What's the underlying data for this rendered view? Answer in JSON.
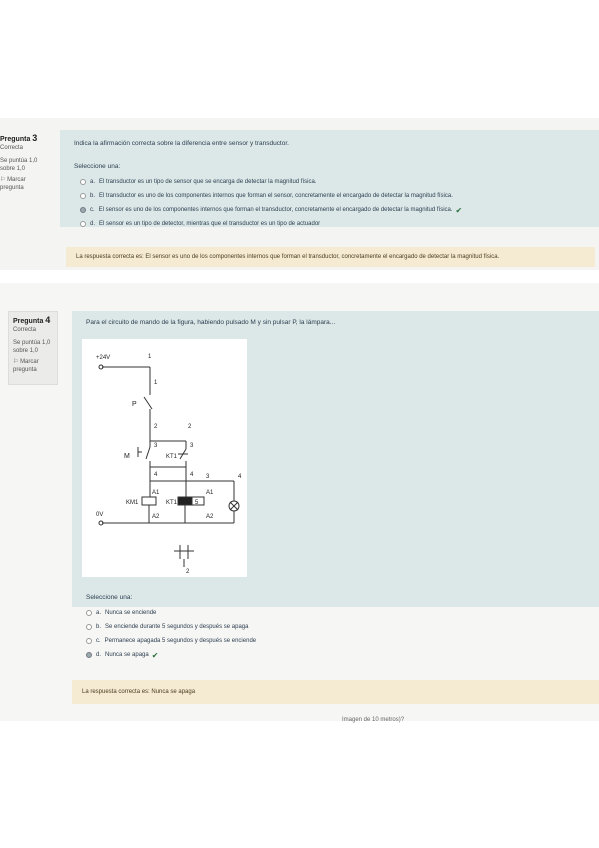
{
  "q3": {
    "label": "Pregunta",
    "number": "3",
    "status": "Correcta",
    "score": "Se puntúa 1,0",
    "score2": "sobre 1,0",
    "flag": "Marcar",
    "flag2": "pregunta",
    "question": "Indica la afirmación correcta sobre la diferencia entre sensor y transductor.",
    "select_label": "Seleccione una:",
    "options": [
      {
        "letter": "a.",
        "text": "El transductor es un tipo de sensor que se encarga de detectar la magnitud física."
      },
      {
        "letter": "b.",
        "text": "El transductor es uno de los componentes internos que forman el sensor, concretamente el encargado de detectar la magnitud física."
      },
      {
        "letter": "c.",
        "text": "El sensor es uno de los componentes internos que forman el transductor, concretamente el encargado de detectar la magnitud física."
      },
      {
        "letter": "d.",
        "text": "El sensor es un tipo de detector, mientras que el transductor es un tipo de actuador"
      }
    ],
    "answer": "La respuesta correcta es: El sensor es uno de los componentes internos que forman el transductor, concretamente el encargado de detectar la magnitud física."
  },
  "q4": {
    "label": "Pregunta",
    "number": "4",
    "status": "Correcta",
    "score": "Se puntúa 1,0",
    "score2": "sobre 1,0",
    "flag": "Marcar",
    "flag2": "pregunta",
    "question": "Para el circuito de mando de la figura, habiendo pulsado M y sin pulsar P, la lámpara...",
    "select_label": "Seleccione una:",
    "options": [
      {
        "letter": "a.",
        "text": "Nunca se enciende"
      },
      {
        "letter": "b.",
        "text": "Se enciende durante 5 segundos y después se apaga"
      },
      {
        "letter": "c.",
        "text": "Permanece apagada 5 segundos y después se enciende"
      },
      {
        "letter": "d.",
        "text": "Nunca se apaga"
      }
    ],
    "answer": "La respuesta correcta es: Nunca se apaga",
    "figure": {
      "v24": "+24V",
      "v0": "0V",
      "p": "P",
      "m": "M",
      "kt_contact": "KT1",
      "km_coil": "KM1",
      "kt_coil": "KT1",
      "timer": "5",
      "a1": "A1",
      "a2": "A2",
      "n1": "1",
      "n2": "2",
      "n3": "3",
      "n4": "4"
    }
  },
  "footer_cut": "Imagen de 10 metros)?"
}
